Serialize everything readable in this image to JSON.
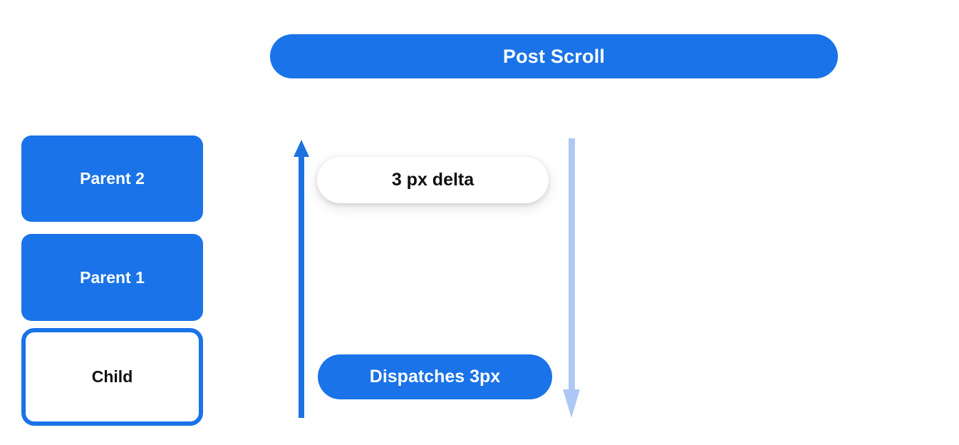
{
  "diagram": {
    "title": "Post Scroll",
    "background_color": "#ffffff",
    "accent_color": "#1a73e8",
    "muted_accent_color": "#aec8f5"
  },
  "header": {
    "label": "Post Scroll"
  },
  "stack": {
    "nodes": [
      {
        "label": "Parent 2",
        "style": "filled"
      },
      {
        "label": "Parent 1",
        "style": "filled"
      },
      {
        "label": "Child",
        "style": "outlined"
      }
    ]
  },
  "arrows": {
    "scroll_up": {
      "name": "bubble-up-arrow",
      "direction": "up",
      "color": "#1a73e8"
    },
    "scroll_down": {
      "name": "dispatch-down-arrow",
      "direction": "down",
      "color": "#aec8f5"
    }
  },
  "callouts": {
    "delta": "3 px delta",
    "dispatch": "Dispatches 3px"
  }
}
